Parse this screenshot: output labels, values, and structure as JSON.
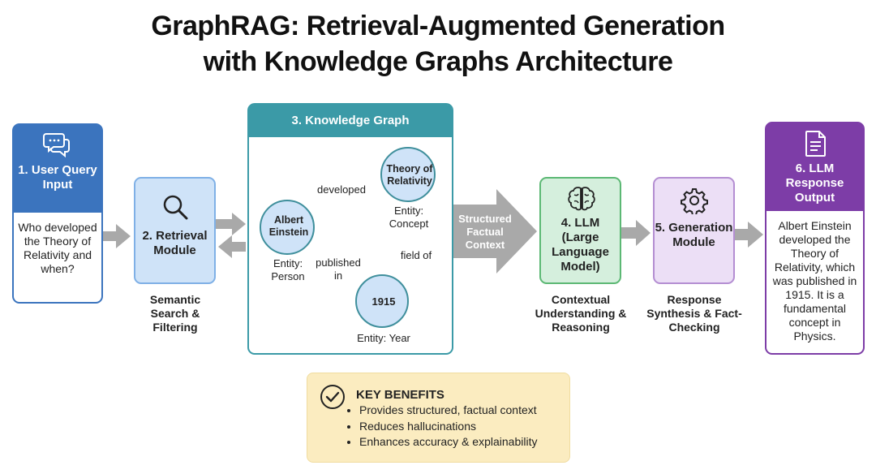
{
  "title": {
    "line1": "GraphRAG: Retrieval-Augmented Generation",
    "line2": "with Knowledge Graphs Architecture"
  },
  "user_query": {
    "icon": "chat-bubbles-icon",
    "heading": "1. User Query Input",
    "text": "Who developed the Theory of Relativity and when?",
    "color": "#3b74be"
  },
  "retrieval": {
    "icon": "magnifier-icon",
    "heading": "2. Retrieval Module",
    "caption": "Semantic Search & Filtering",
    "color": "#cfe3f8"
  },
  "knowledge_graph": {
    "heading": "3. Knowledge Graph",
    "color": "#3b9aa7",
    "node_color": "#cfe3f8",
    "nodes": {
      "einstein": {
        "label": "Albert Einstein",
        "entity": "Entity: Person"
      },
      "relativity": {
        "label": "Theory of Relativity",
        "entity": "Entity: Concept"
      },
      "year": {
        "label": "1915",
        "entity": "Entity: Year"
      }
    },
    "edges": {
      "developed": "developed",
      "published_in": "published in",
      "field_of": "field of"
    }
  },
  "structured_context": {
    "label": "Structured Factual Context"
  },
  "llm": {
    "icon": "brain-icon",
    "heading": "4. LLM (Large Language Model)",
    "caption": "Contextual Understanding & Reasoning",
    "color": "#d5efdd"
  },
  "generation": {
    "icon": "gear-icon",
    "heading": "5. Generation Module",
    "caption": "Response Synthesis & Fact-Checking",
    "color": "#ecdff6"
  },
  "output": {
    "icon": "document-icon",
    "heading": "6. LLM Response Output",
    "text": "Albert Einstein developed the Theory of Relativity, which was published in 1915. It is a fundamental concept in Physics.",
    "color": "#7d3da7"
  },
  "benefits": {
    "icon": "check-circle-icon",
    "heading": "KEY BENEFITS",
    "items": [
      "Provides structured, factual context",
      "Reduces hallucinations",
      "Enhances accuracy & explainability"
    ],
    "color": "#fbecc0"
  }
}
